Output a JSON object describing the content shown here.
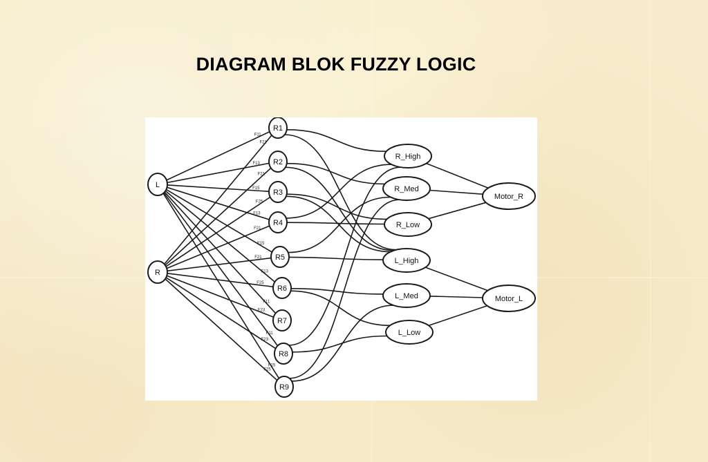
{
  "slide": {
    "title": "DIAGRAM BLOK FUZZY LOGIC"
  },
  "diagram": {
    "nodes": [
      {
        "id": "L",
        "label": "L",
        "kind": "input"
      },
      {
        "id": "R",
        "label": "R",
        "kind": "input"
      },
      {
        "id": "R1",
        "label": "R1",
        "kind": "rule"
      },
      {
        "id": "R2",
        "label": "R2",
        "kind": "rule"
      },
      {
        "id": "R3",
        "label": "R3",
        "kind": "rule"
      },
      {
        "id": "R4",
        "label": "R4",
        "kind": "rule"
      },
      {
        "id": "R5",
        "label": "R5",
        "kind": "rule"
      },
      {
        "id": "R6",
        "label": "R6",
        "kind": "rule"
      },
      {
        "id": "R7",
        "label": "R7",
        "kind": "rule"
      },
      {
        "id": "R8",
        "label": "R8",
        "kind": "rule"
      },
      {
        "id": "R9",
        "label": "R9",
        "kind": "rule"
      },
      {
        "id": "R_High",
        "label": "R_High",
        "kind": "output-set"
      },
      {
        "id": "R_Med",
        "label": "R_Med",
        "kind": "output-set"
      },
      {
        "id": "R_Low",
        "label": "R_Low",
        "kind": "output-set"
      },
      {
        "id": "L_High",
        "label": "L_High",
        "kind": "output-set"
      },
      {
        "id": "L_Med",
        "label": "L_Med",
        "kind": "output-set"
      },
      {
        "id": "L_Low",
        "label": "L_Low",
        "kind": "output-set"
      },
      {
        "id": "Motor_R",
        "label": "Motor_R",
        "kind": "output"
      },
      {
        "id": "Motor_L",
        "label": "Motor_L",
        "kind": "output"
      }
    ],
    "edges": [
      {
        "from": "L",
        "to": "R1",
        "label": "F11"
      },
      {
        "from": "L",
        "to": "R2",
        "label": "F13"
      },
      {
        "from": "L",
        "to": "R3",
        "label": "F15"
      },
      {
        "from": "L",
        "to": "R4",
        "label": "F13"
      },
      {
        "from": "L",
        "to": "R5",
        "label": "F15"
      },
      {
        "from": "L",
        "to": "R6",
        "label": "F13"
      },
      {
        "from": "L",
        "to": "R7",
        "label": "F11"
      },
      {
        "from": "L",
        "to": "R8",
        "label": "F11"
      },
      {
        "from": "L",
        "to": "R9",
        "label": "F15"
      },
      {
        "from": "R",
        "to": "R1",
        "label": "F21"
      },
      {
        "from": "R",
        "to": "R2",
        "label": "F21"
      },
      {
        "from": "R",
        "to": "R3",
        "label": "F25"
      },
      {
        "from": "R",
        "to": "R4",
        "label": "F21"
      },
      {
        "from": "R",
        "to": "R5",
        "label": "F21"
      },
      {
        "from": "R",
        "to": "R6",
        "label": "F25"
      },
      {
        "from": "R",
        "to": "R7",
        "label": "F23"
      },
      {
        "from": "R",
        "to": "R8",
        "label": "F23"
      },
      {
        "from": "R",
        "to": "R9",
        "label": "F25"
      },
      {
        "from": "R1",
        "to": "R_High",
        "label": ""
      },
      {
        "from": "R1",
        "to": "L_High",
        "label": ""
      },
      {
        "from": "R2",
        "to": "R_Med",
        "label": ""
      },
      {
        "from": "R2",
        "to": "L_High",
        "label": ""
      },
      {
        "from": "R3",
        "to": "R_Low",
        "label": ""
      },
      {
        "from": "R3",
        "to": "L_High",
        "label": ""
      },
      {
        "from": "R4",
        "to": "R_Low",
        "label": ""
      },
      {
        "from": "R4",
        "to": "R_High",
        "label": ""
      },
      {
        "from": "R5",
        "to": "R_Med",
        "label": ""
      },
      {
        "from": "R5",
        "to": "L_High",
        "label": ""
      },
      {
        "from": "R6",
        "to": "L_Med",
        "label": ""
      },
      {
        "from": "R6",
        "to": "L_Low",
        "label": ""
      },
      {
        "from": "R8",
        "to": "R_High",
        "label": ""
      },
      {
        "from": "R8",
        "to": "L_Low",
        "label": ""
      },
      {
        "from": "R9",
        "to": "R_Med",
        "label": ""
      },
      {
        "from": "R9",
        "to": "L_Med",
        "label": ""
      },
      {
        "from": "R_High",
        "to": "Motor_R",
        "label": ""
      },
      {
        "from": "R_Med",
        "to": "Motor_R",
        "label": ""
      },
      {
        "from": "R_Low",
        "to": "Motor_R",
        "label": ""
      },
      {
        "from": "L_High",
        "to": "Motor_L",
        "label": ""
      },
      {
        "from": "L_Med",
        "to": "Motor_L",
        "label": ""
      },
      {
        "from": "L_Low",
        "to": "Motor_L",
        "label": ""
      }
    ]
  }
}
